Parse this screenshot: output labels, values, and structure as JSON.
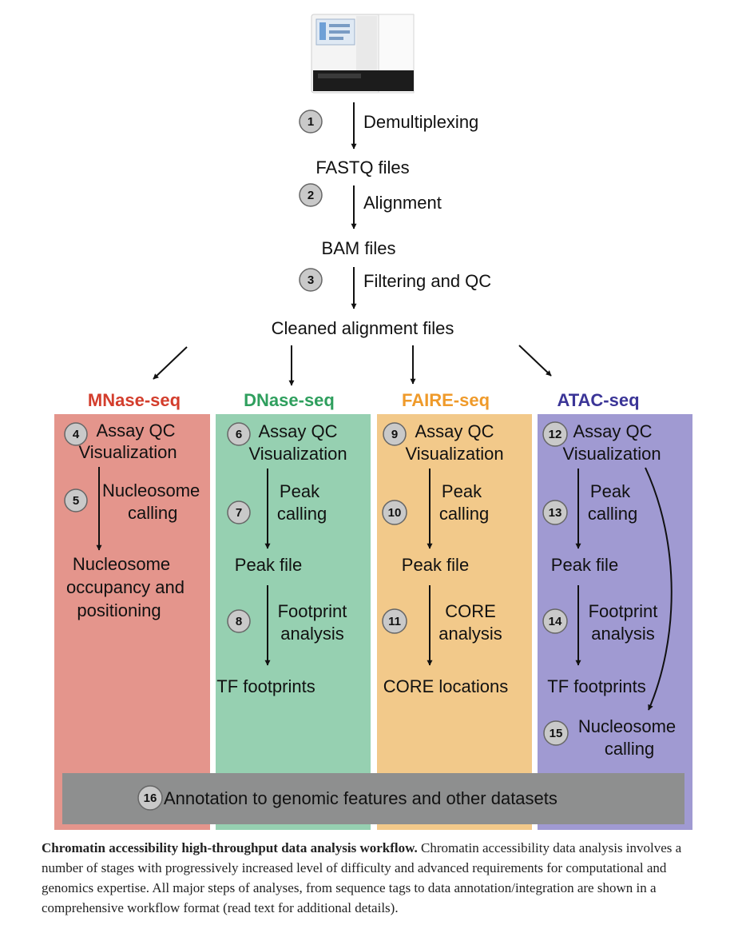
{
  "colors": {
    "mnase": "#e4958c",
    "dnase": "#96d0b1",
    "faire": "#f2c98a",
    "atac": "#a09ad2",
    "mnase_title": "#d33d2c",
    "dnase_title": "#2f9f5e",
    "faire_title": "#ef9a2a",
    "atac_title": "#3b3597",
    "annotation_bar": "#8e8f8f",
    "step_circle": "#c9c9c9"
  },
  "icons": {
    "sequencer": "sequencer-machine-icon"
  },
  "pipeline": {
    "steps": [
      {
        "num": "1",
        "label": "Demultiplexing"
      },
      {
        "num": "2",
        "label": "Alignment"
      },
      {
        "num": "3",
        "label": "Filtering and QC"
      }
    ],
    "outputs": [
      "FASTQ files",
      "BAM files",
      "Cleaned alignment files"
    ]
  },
  "mnase": {
    "title": "MNase-seq",
    "s4": {
      "num": "4",
      "lines": [
        "Assay QC",
        "Visualization"
      ]
    },
    "s5": {
      "num": "5",
      "lines": [
        "Nucleosome",
        "calling"
      ]
    },
    "result": [
      "Nucleosome",
      "occupancy and",
      "positioning"
    ]
  },
  "dnase": {
    "title": "DNase-seq",
    "s6": {
      "num": "6",
      "lines": [
        "Assay QC",
        "Visualization"
      ]
    },
    "s7": {
      "num": "7",
      "lines": [
        "Peak",
        "calling"
      ]
    },
    "peak_file": "Peak file",
    "s8": {
      "num": "8",
      "lines": [
        "Footprint",
        "analysis"
      ]
    },
    "result": "TF footprints"
  },
  "faire": {
    "title": "FAIRE-seq",
    "s9": {
      "num": "9",
      "lines": [
        "Assay QC",
        "Visualization"
      ]
    },
    "s10": {
      "num": "10",
      "lines": [
        "Peak",
        "calling"
      ]
    },
    "peak_file": "Peak file",
    "s11": {
      "num": "11",
      "lines": [
        "CORE",
        "analysis"
      ]
    },
    "result": "CORE locations"
  },
  "atac": {
    "title": "ATAC-seq",
    "s12": {
      "num": "12",
      "lines": [
        "Assay QC",
        "Visualization"
      ]
    },
    "s13": {
      "num": "13",
      "lines": [
        "Peak",
        "calling"
      ]
    },
    "peak_file": "Peak file",
    "s14": {
      "num": "14",
      "lines": [
        "Footprint",
        "analysis"
      ]
    },
    "result": "TF footprints",
    "s15": {
      "num": "15",
      "lines": [
        "Nucleosome",
        "calling"
      ]
    }
  },
  "annotation": {
    "num": "16",
    "label": "Annotation to genomic features and other datasets"
  },
  "caption": {
    "title": "Chromatin accessibility high-throughput data analysis workflow.",
    "body": "Chromatin accessibility data analysis involves a number of stages with progressively increased level of difficulty and advanced requirements for computational and genomics expertise. All major steps of analyses, from sequence tags to data annotation/integration are shown in a comprehensive workflow format (read text for additional details)."
  }
}
